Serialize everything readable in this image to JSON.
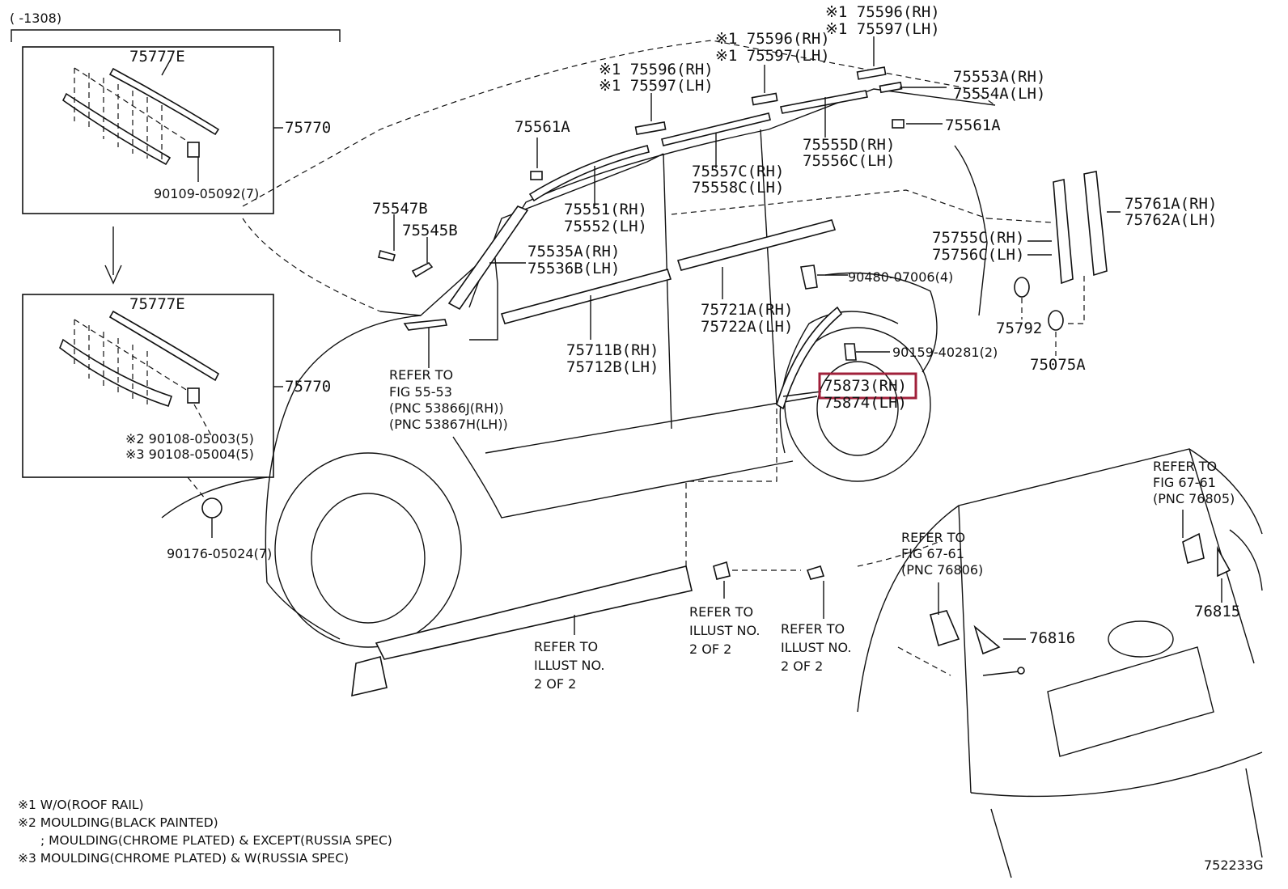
{
  "header": {
    "range_label": "(  -1308)"
  },
  "callouts": {
    "c75777e_top": "75777E",
    "c75770_top": "75770",
    "c90109": "90109-05092(7)",
    "c75777e_bot": "75777E",
    "c75770_bot": "75770",
    "c90108_a": "※2 90108-05003(5)",
    "c90108_b": "※3 90108-05004(5)",
    "c90176": "90176-05024(7)",
    "c75547b": "75547B",
    "c75545b": "75545B",
    "c75561a_l": "75561A",
    "c75596_a": "※1 75596(RH)",
    "c75597_a": "※1 75597(LH)",
    "c75596_b": "※1 75596(RH)",
    "c75597_b": "※1 75597(LH)",
    "c75596_c": "※1 75596(RH)",
    "c75597_c": "※1 75597(LH)",
    "c75553a": "75553A(RH)",
    "c75554a": "75554A(LH)",
    "c75561a_r": "75561A",
    "c75555d": "75555D(RH)",
    "c75556c": "75556C(LH)",
    "c75557c": "75557C(RH)",
    "c75558c": "75558C(LH)",
    "c75551": "75551(RH)",
    "c75552": "75552(LH)",
    "c75535a": "75535A(RH)",
    "c75536b": "75536B(LH)",
    "c75761a": "75761A(RH)",
    "c75762a": "75762A(LH)",
    "c75755c": "75755C(RH)",
    "c75756c": "75756C(LH)",
    "c90480": "90480-07006(4)",
    "c75721a": "75721A(RH)",
    "c75722a": "75722A(LH)",
    "c75711b": "75711B(RH)",
    "c75712b": "75712B(LH)",
    "c90159": "90159-40281(2)",
    "c75792": "75792",
    "c75075a": "75075A",
    "c75873": "75873(RH)",
    "c75874": "75874(LH)",
    "c76815": "76815",
    "c76816": "76816"
  },
  "refs": {
    "r_fig5553": [
      "REFER TO",
      "FIG 55-53",
      "(PNC 53866J(RH))",
      "(PNC 53867H(LH))"
    ],
    "r_fig6761_a": [
      "REFER TO",
      "FIG 67-61",
      "(PNC 76805)"
    ],
    "r_fig6761_b": [
      "REFER TO",
      "FIG 67-61",
      "(PNC 76806)"
    ],
    "r_illust_a": [
      "REFER TO",
      "ILLUST NO.",
      "2 OF 2"
    ],
    "r_illust_b": [
      "REFER TO",
      "ILLUST NO.",
      "2 OF 2"
    ],
    "r_illust_c": [
      "REFER TO",
      "ILLUST NO.",
      "2 OF 2"
    ]
  },
  "notes": [
    "※1 W/O(ROOF RAIL)",
    "※2 MOULDING(BLACK PAINTED)",
    "; MOULDING(CHROME PLATED) & EXCEPT(RUSSIA SPEC)",
    "※3 MOULDING(CHROME PLATED) & W(RUSSIA SPEC)"
  ],
  "figure_id": "752233G",
  "highlight_color": "#a0203a"
}
